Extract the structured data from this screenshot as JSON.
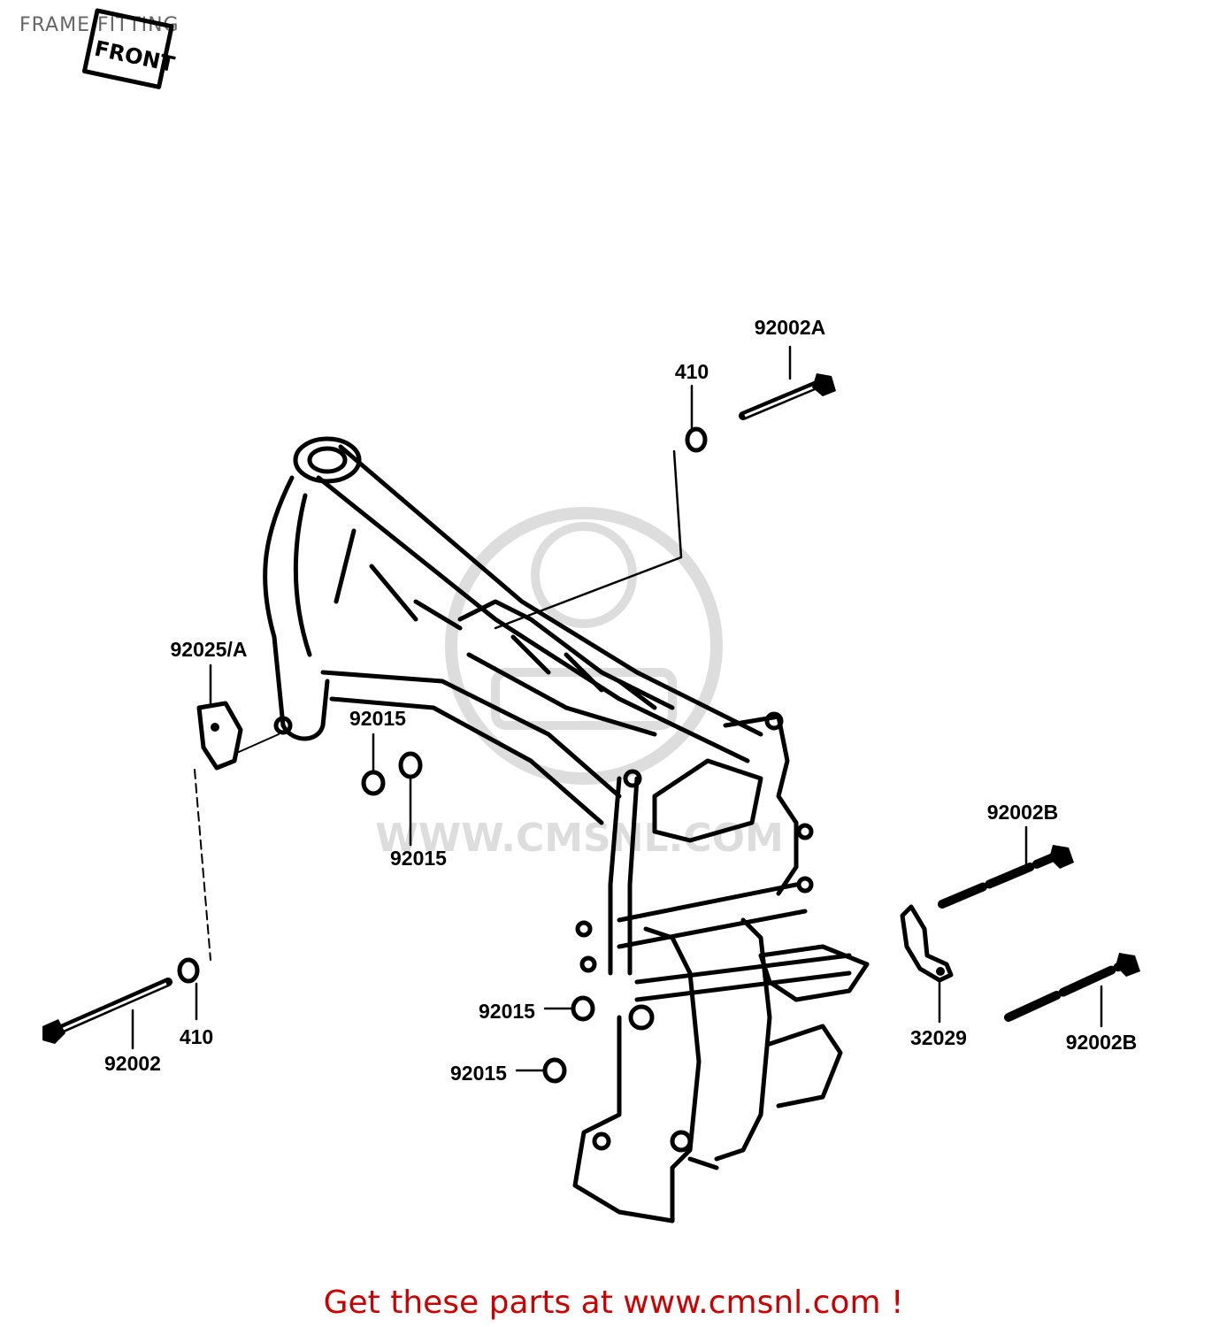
{
  "page": {
    "title": "FRAME FITTING",
    "footer": "Get these parts at www.cmsnl.com !"
  },
  "diagram": {
    "front_sign": "FRONT",
    "watermark": "WWW.CMSNL.COM",
    "callouts": {
      "bolt_upper_right": "92002A",
      "washer_upper_right": "410",
      "bracket_left": "92025/A",
      "nut_left_upper": "92015",
      "nut_left_lower": "92015",
      "bolt_right_upper": "92002B",
      "bolt_right_lower": "92002B",
      "bracket_right": "32029",
      "nut_center_upper": "92015",
      "nut_center_lower": "92015",
      "bolt_lower_left": "92002",
      "washer_lower_left": "410"
    }
  },
  "colors": {
    "ink": "#000000",
    "title": "#666666",
    "footer": "#cc0000",
    "watermark": "#dddddd"
  }
}
